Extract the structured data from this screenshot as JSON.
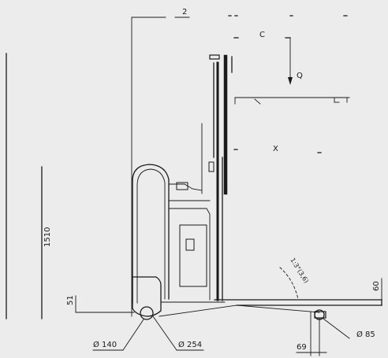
{
  "labels": {
    "dim_top_2": "2",
    "dim_c": "C",
    "dim_q": "Q",
    "dim_x": "X",
    "dim_h1": "1510",
    "dim_h2": "51",
    "dim_h3": "60",
    "dim_angle": "1:3°(3,6)",
    "dim_wheel_front": "Ø 140",
    "dim_wheel_drive": "Ø 254",
    "dim_wheel_load": "Ø 85",
    "dim_wheel_offset": "69"
  }
}
